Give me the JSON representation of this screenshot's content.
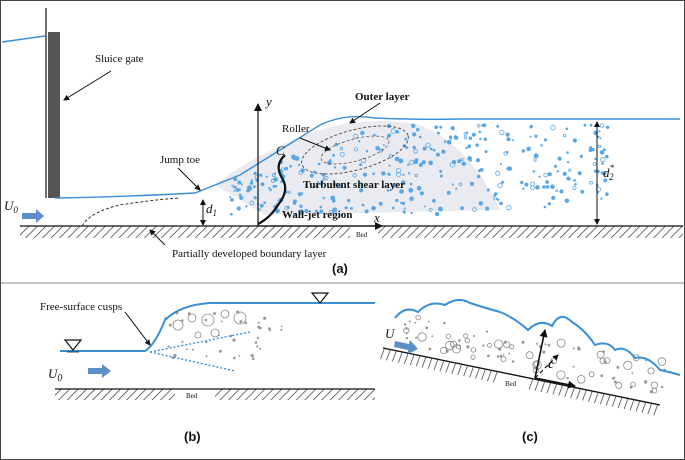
{
  "panel_a": {
    "label": "(a)",
    "sluice_gate": "Sluice gate",
    "jump_toe": "Jump toe",
    "roller": "Roller",
    "outer_layer": "Outer layer",
    "turbulent_shear_layer": "Turbulent shear layer",
    "wall_jet_region": "Wall-jet region",
    "boundary_layer": "Partially developed boundary layer",
    "bed": "Bed",
    "u0": "U",
    "u0_sub": "0",
    "d1": "d",
    "d1_sub": "1",
    "d2": "d",
    "d2_sub": "2",
    "d2_sup": "*",
    "axis_x": "x",
    "axis_y": "y",
    "c": "C"
  },
  "panel_b": {
    "label": "(b)",
    "cusps": "Free-surface cusps",
    "u0": "U",
    "u0_sub": "0",
    "bed": "Bed"
  },
  "panel_c": {
    "label": "(c)",
    "u": "U",
    "bed": "Bed",
    "c": "c"
  },
  "colors": {
    "water": "#3a8fd6",
    "bubble": "#5aa7e6",
    "arrow_fill": "#5b8fc7",
    "gate": "#555555",
    "frame": "#444444"
  }
}
